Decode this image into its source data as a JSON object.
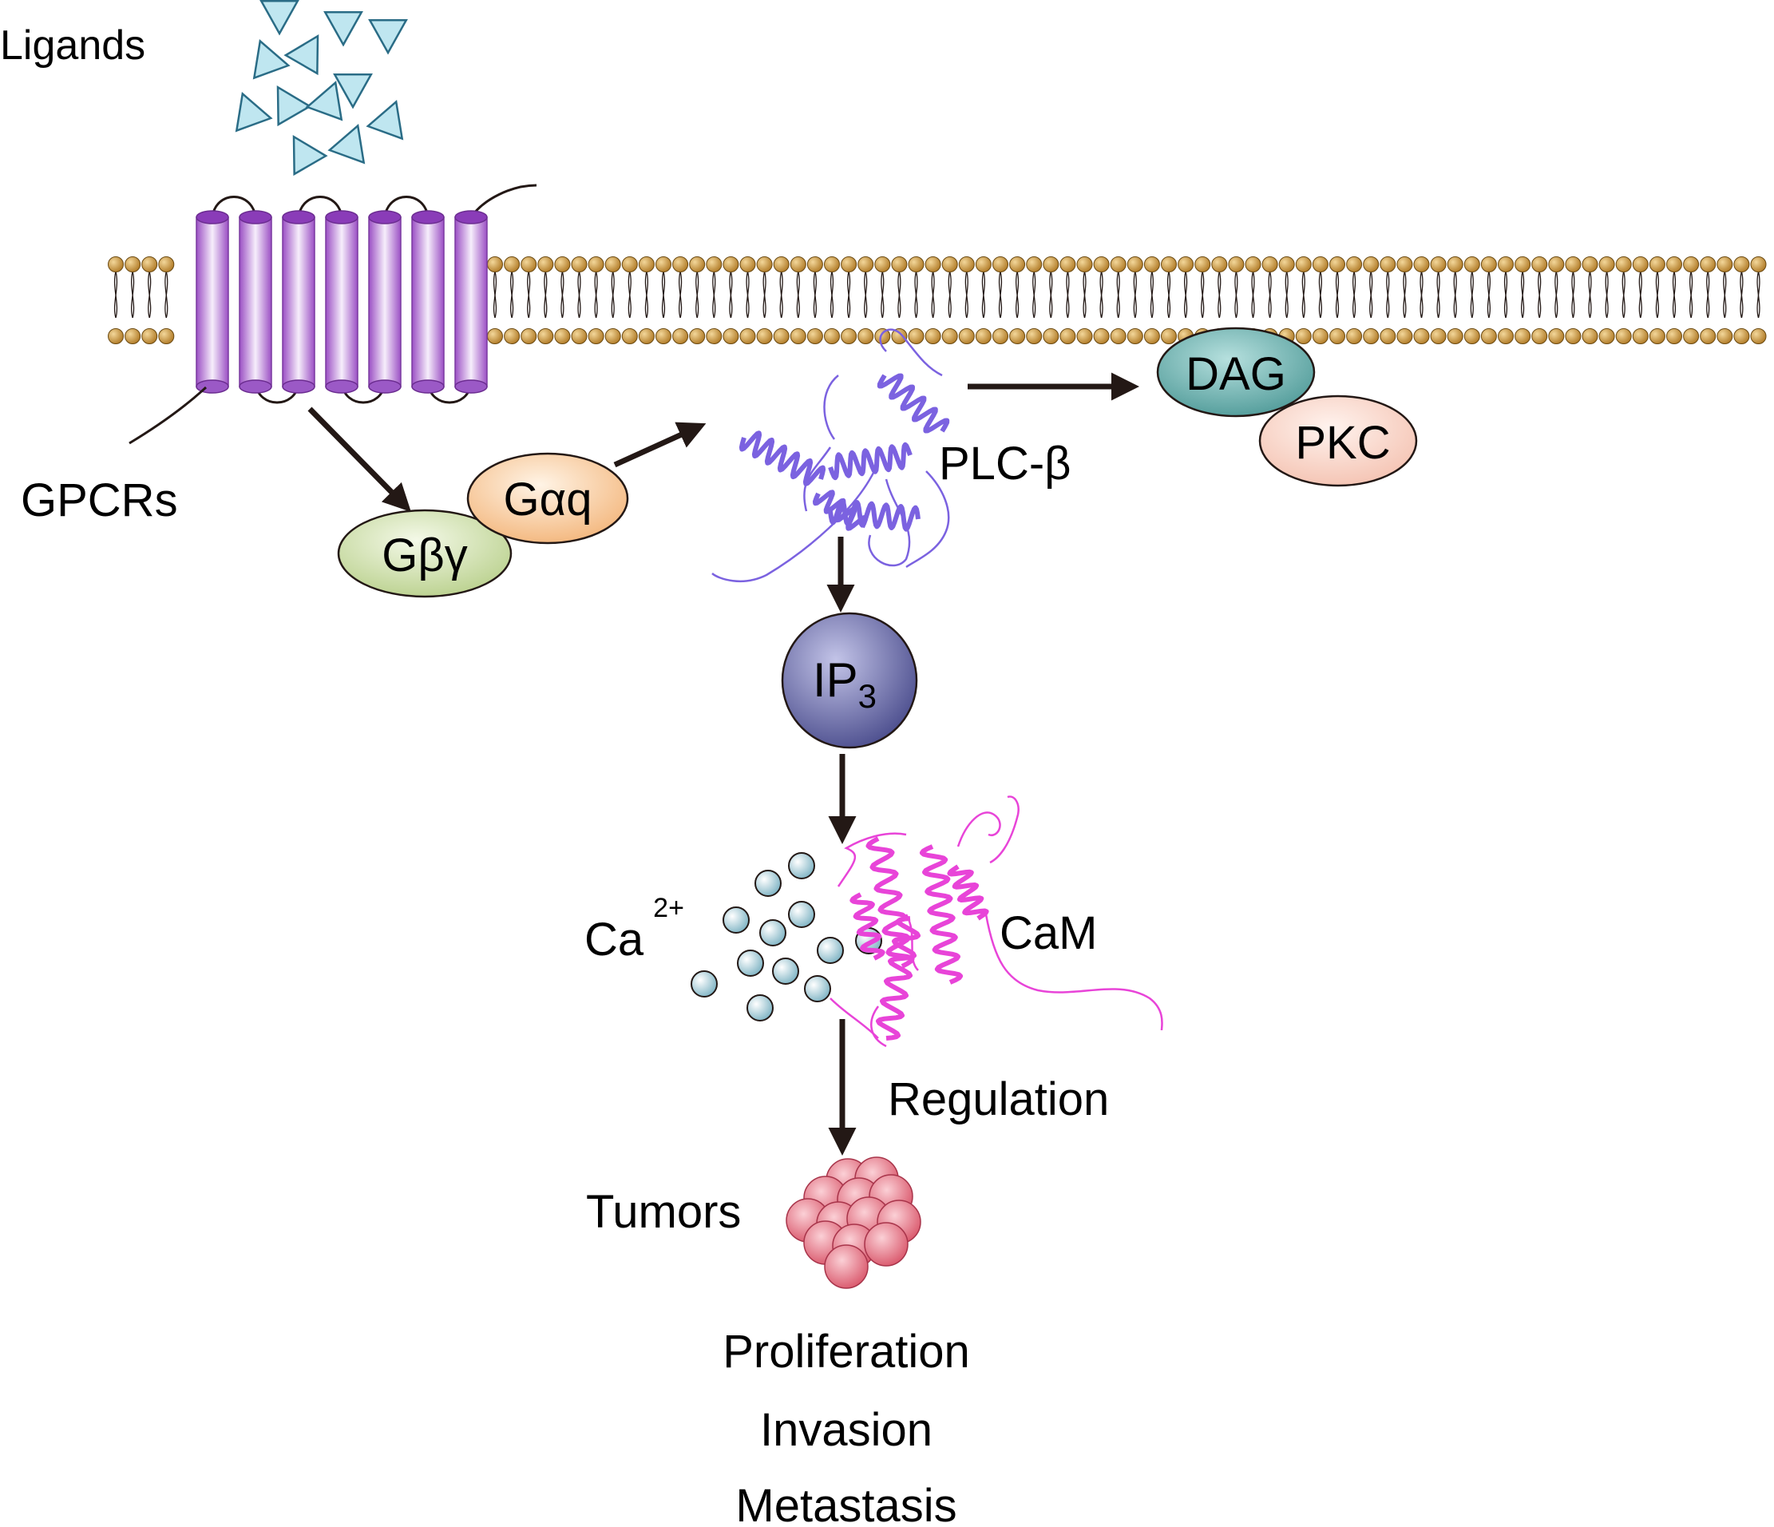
{
  "labels": {
    "ligands": "Ligands",
    "gpcrs": "GPCRs",
    "galpha": "Gαq",
    "gbetagamma": "Gβγ",
    "plc": "PLC-β",
    "dag": "DAG",
    "pkc": "PKC",
    "ip3_main": "IP",
    "ip3_sub": "3",
    "ca_main": "Ca",
    "ca_sup": "2+",
    "cam": "CaM",
    "regulation": "Regulation",
    "tumors": "Tumors",
    "outcomes": [
      "Proliferation",
      "Invasion",
      "Metastasis"
    ]
  },
  "icons": {
    "ligand": "triangle-icon",
    "receptor": "seven-transmembrane-receptor-icon",
    "membrane": "lipid-bilayer",
    "plc": "protein-ribbon-icon",
    "cam": "protein-ribbon-icon",
    "calcium": "ion-sphere-icon",
    "tumor": "cell-cluster-icon"
  },
  "colors": {
    "ligand_fill": "#bfe6f0",
    "ligand_stroke": "#2a6c86",
    "lipid_head": "#c8963c",
    "receptor": "#9b59c6",
    "galpha": "#f7c896",
    "gbetagamma": "#cfe0ab",
    "dag": "#5fa8a6",
    "pkc": "#f8d5c9",
    "ip3": "#5a5c9c",
    "plc_ribbon": "#7b62e0",
    "cam_ribbon": "#e844d8",
    "calcium": "#a8d0dc",
    "tumor": "#e8707e",
    "arrow": "#231815"
  }
}
